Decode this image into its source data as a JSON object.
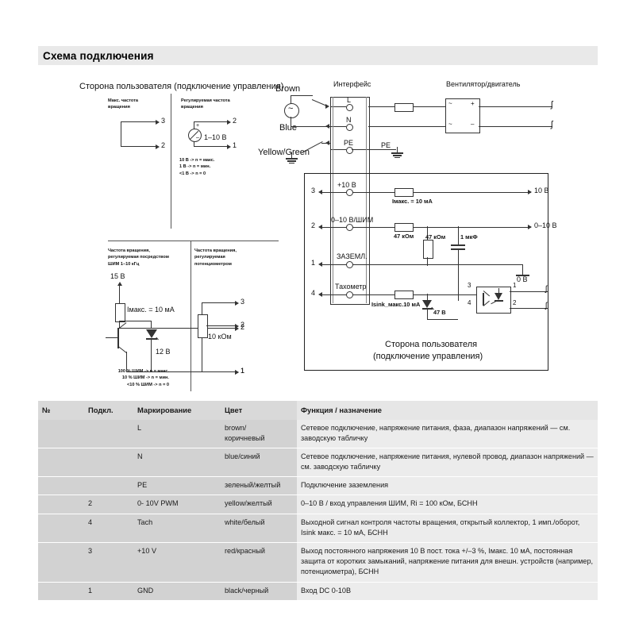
{
  "header": {
    "title": "Схема подключения"
  },
  "diagram": {
    "user_side_top_title": "Сторона пользователя (подключение управления)",
    "panel1": {
      "caption": "Макс. частота\nвращения",
      "pin_top": "3",
      "pin_bottom": "2"
    },
    "panel2": {
      "caption": "Регулируемая частота\nвращения",
      "pin_top": "2",
      "pin_bottom": "1",
      "source_label": "1–10 В",
      "plus": "+",
      "minus": "–",
      "notes": "10 В -> n = макс.\n1 В -> n = мин.\n<1 В -> n = 0"
    },
    "panel3": {
      "caption": "Частота вращения,\nрегулируемая посредством\nШИМ 1–10 кГц",
      "supply": "15 В",
      "resistor": "Iмакс. = 10 мА",
      "zener": "12 В",
      "pin_mid": "2",
      "pin_bottom": "1",
      "notes": "100 % ШИМ -> n = макс.\n10 % ШИМ -> n = мин.\n<10 % ШИМ -> n = 0"
    },
    "panel4": {
      "caption": "Частота вращения,\nрегулируемая\nпотенциометром",
      "pot_value": "10 кОм",
      "pin_top": "3",
      "pin_mid": "2",
      "pin_bottom": "1"
    },
    "mains": {
      "brown": "Brown",
      "blue": "Blue",
      "yellow_green": "Yellow/Green",
      "ac_symbol": "~"
    },
    "interface": {
      "title": "Интерфейс",
      "terminal_L": "L",
      "terminal_N": "N",
      "terminal_PE": "PE",
      "pe_out": "PE"
    },
    "motor": {
      "title": "Вентилятор/двигатель",
      "bridge_tl": "~",
      "bridge_tr": "+",
      "bridge_bl": "~",
      "bridge_br": "–"
    },
    "control": {
      "pin3": "3",
      "pin2": "2",
      "pin1": "1",
      "pin4": "4",
      "t_plus10": "+10 В",
      "t_pwm": "0–10 В/ШИМ",
      "t_gnd": "ЗАЗЕМЛ.",
      "t_tach": "Тахометр",
      "r_imax": "Iмакс. = 10 мА",
      "r_47k_series": "47 кОм",
      "r_47k_shunt": "47 кОм",
      "c_1uf": "1 мкФ",
      "out_10v": "10 В",
      "out_0_10v": "0–10 В",
      "out_0v": "0 В",
      "isink": "Isink_макс.10 мА",
      "zener_47v": "47 В",
      "opto_3": "3",
      "opto_4": "4",
      "opto_1": "1",
      "opto_2": "2",
      "footer_line1": "Сторона пользователя",
      "footer_line2": "(подключение управления)"
    }
  },
  "table": {
    "columns": [
      "№",
      "Подкл.",
      "Маркирование",
      "Цвет",
      "Функция / назначение"
    ],
    "rows": [
      {
        "num": "",
        "conn": "",
        "mark": "L",
        "color": "brown/\nкоричневый",
        "func": "Сетевое подключение, напряжение питания, фаза, диапазон напряжений — см. заводскую табличку"
      },
      {
        "num": "",
        "conn": "",
        "mark": "N",
        "color": "blue/синий",
        "func": "Сетевое подключение, напряжение питания, нулевой провод, диапазон напряжений — см. заводскую табличку"
      },
      {
        "num": "",
        "conn": "",
        "mark": "PE",
        "color": "зеленый/желтый",
        "func": "Подключение заземления"
      },
      {
        "num": "",
        "conn": "2",
        "mark": "0- 10V PWM",
        "color": "yellow/желтый",
        "func": "0–10 В / вход управления ШИМ, Ri = 100 кОм, БСНН"
      },
      {
        "num": "",
        "conn": "4",
        "mark": "Tach",
        "color": "white/белый",
        "func": "Выходной сигнал контроля частоты вращения, открытый коллектор, 1 имп./оборот, Isink макс. = 10 мА, БСНН"
      },
      {
        "num": "",
        "conn": "3",
        "mark": "+10 V",
        "color": "red/красный",
        "func": "Выход постоянного напряжения 10 В пост. тока +/–3 %, Iмакс. 10 мА, постоянная защита от коротких замыканий, напряжение питания для внешн. устройств (например, потенциометра), БСНН"
      },
      {
        "num": "",
        "conn": "1",
        "mark": "GND",
        "color": "black/черный",
        "func": "Вход DC 0-10В"
      }
    ]
  }
}
